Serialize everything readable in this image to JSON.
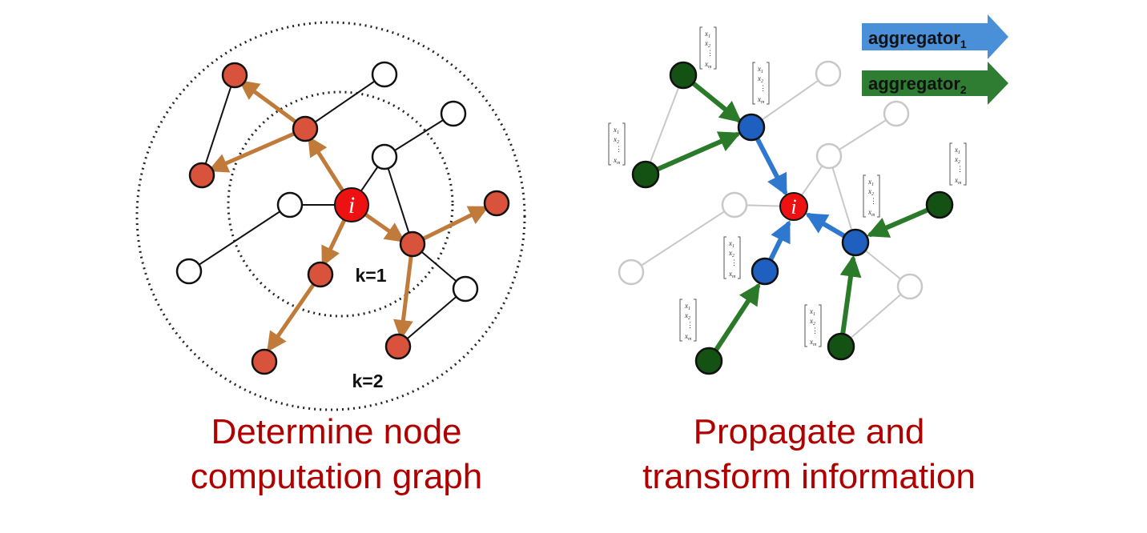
{
  "left_panel": {
    "node_label": "i",
    "ring_inner_label": "k=1",
    "ring_outer_label": "k=2",
    "caption_line1": "Determine node",
    "caption_line2": "computation graph",
    "colors": {
      "active_node": "#d9533c",
      "edge_highlight": "#c07a3a",
      "target": "#ee1111"
    }
  },
  "right_panel": {
    "node_label": "i",
    "legend": {
      "aggregator1_text": "aggregator",
      "aggregator1_sub": "1",
      "aggregator2_text": "aggregator",
      "aggregator2_sub": "2"
    },
    "feature_vector": {
      "row1": "x1",
      "row2": "x2",
      "dots": "⋮",
      "last": "xm"
    },
    "caption_line1": "Propagate and",
    "caption_line2": "transform information",
    "colors": {
      "aggregator1": "#4a90d9",
      "aggregator2": "#2e7d32",
      "hop1_node": "#1f5fbf",
      "hop2_node": "#145214"
    }
  }
}
